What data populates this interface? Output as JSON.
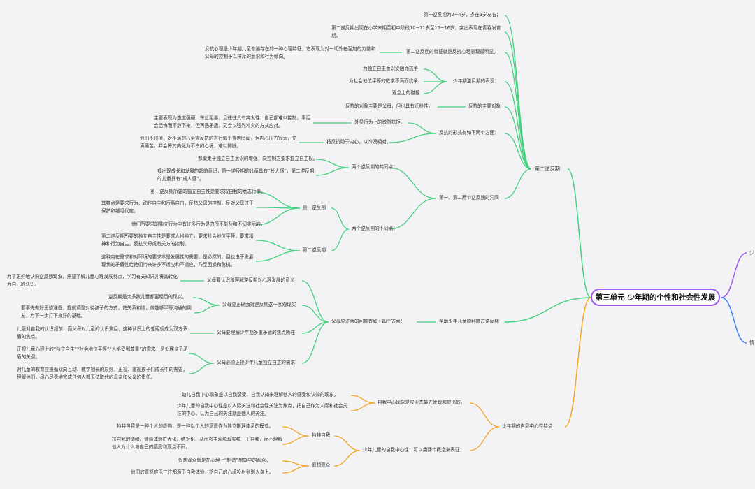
{
  "root": {
    "title": "第三单元 少年期的个性和社会性发展"
  },
  "right_branches": [
    "少",
    "情"
  ],
  "colors": {
    "green": "#45d07f",
    "orange": "#f5a524",
    "purple": "#a05cf0",
    "blue": "#3b82f6",
    "text": "#333333"
  },
  "second_reverse": {
    "label": "第二逆反期",
    "items": {
      "a": "第一逆反期为2~4岁，多在3岁左右；",
      "b": "第二逆反期出现在小学末期至初中阶段10~11岁至15~16岁，突出表现在青春发育期。",
      "c": "第二逆反期的特征就是反抗心理表现最明显。",
      "c1": "反抗心理是少年期儿童普遍存在的一种心理特征，它表现为对一切外在强加的力量和父母的控制予以排斥的意识和行为倾向。",
      "d": "少年期逆反期的表现：",
      "d1": "为独立自主意识受阻而抗争",
      "d2": "为社会地位平等的欲求不满而抗争",
      "d3": "观念上的碰撞",
      "e": "反抗的主要对象",
      "e1": "反抗的对象主要是父母，但也具有迁移性。",
      "f": "反抗的形式有如下两个方面：",
      "f1": "外显行为上的激烈抗拒。",
      "f1a": "主要表现为态度强硬、举止粗暴，且往往具有突发性，自己都难以控制。事后会后悔而平静下来，但再遇矛盾，又会以强烈冲突的方式应对。",
      "f2": "将反抗隐于内心，以冷漠相对。",
      "f2a": "他们不顶撞，对不满的乃至需反抗的言行似乎置若罔闻，但内心压力很大，充满痛苦，并会将其内化为不良的心境，难以排除。",
      "g": "第一、第二两个逆反期的异同",
      "g1": "两个逆反期的共同点：",
      "g1a": "都聚集于独立自主意识的增强，向控制方要求独立自主权。",
      "g1b": "都出现成长和发展的超前意识，第一逆反期的儿童具有“长大感”，第二逆反期的儿童具有“成人感”。",
      "g2": "两个逆反期的不同点：",
      "g2a": "第一逆反期",
      "g2a1": "第一逆反期所要的独立自主性是要求按自我的意志行事。",
      "g2a2": "其特点是要求行为、动作自主和行事自由，反抗父母的控制，反对父母过于保护和越俎代庖。",
      "g2a3": "他们所要求的独立行为中有许多行为是力所不能及和不切实际的。",
      "g2b": "第二逆反期",
      "g2b1": "第二逆反期所要的独立自主性是要求人格独立，要求社会地位平等，要求精神和行为自主，反抗父母或有关方的控制。",
      "g2b2": "这种内在需求和对环境的要求本是发展性的需要，是必然的，但也由于发展现状的矛盾性给他们带来许多不适应和不适应，乃至困惑和危机。"
    }
  },
  "help": {
    "label": "帮助少年儿童顺利度过逆反期",
    "items": {
      "p": "父母应注意的问题有如下四个方面：",
      "p1": "父母要认识和理解逆反期对心理发展的意义",
      "p1a": "为了更好地认识逆反期现象，需要了解儿童心理发展特点，学习有关知识并将其转化为自己的认识。",
      "p2": "父母要正确面对逆反期这一客观现实",
      "p2a": "逆反期是大多数儿童都要经历的现实。",
      "p2b": "要事先做好思想准备，提前调整对待孩子的方式，使关系和谐，做能够平等沟通的朋友，为下一步打下良好的基础。",
      "p3": "父母要理解少年期多重矛盾的焦点所在",
      "p3a": "儿童对自我的认识超前，而父母对儿童的认识滞后，这种认识上的差距就成为双方矛盾的焦点。",
      "p4": "父母必须正视少年儿童独立自主的需求",
      "p4a": "正视儿童心理上的“独立自主”“社会地位平等”“人格受到尊重”的需求，是处理亲子矛盾的关键。",
      "p4b": "对儿童的教育应遵循双向互动、教学相长的原则，正视、重视孩子们成长中的需要，理解他们，尽心尽责地完成任何人都无法取代的母亲和父亲的责任。"
    }
  },
  "egocentric": {
    "label": "少年期的自我中心性特点",
    "items": {
      "q1": "自我中心现象是皮亚杰最先发现和提出的。",
      "q1a": "幼儿自我中心现象是以自我感受、自我认知来理解他人的感受和认知的现象。",
      "q1b": "少年儿童的自我中心性是以人际关注和社会性关注为焦点，把自己作为人际和社会关注的中心，认为自己的关注就是他人的关注。",
      "q2": "少年儿童的自我中心性，可以用两个概念来表征：",
      "q2a": "独特自我",
      "q2a1": "独特自我是一种个人的虚构，是一种以个人的意愿作为独立推理体系的模式。",
      "q2a2": "将自我的情绪、情感体验扩大化、绝对化，从而将主观和现实统一于自我，而不理解他人为什么与自己的感受和观点不同。",
      "q2b": "假想观众",
      "q2b1": "假想观众就是在心理上“制造”想象中的观众。",
      "q2b2": "他们的喜怒哀乐往往都源于自我体验，将自己的心境投射到别人身上。"
    }
  }
}
